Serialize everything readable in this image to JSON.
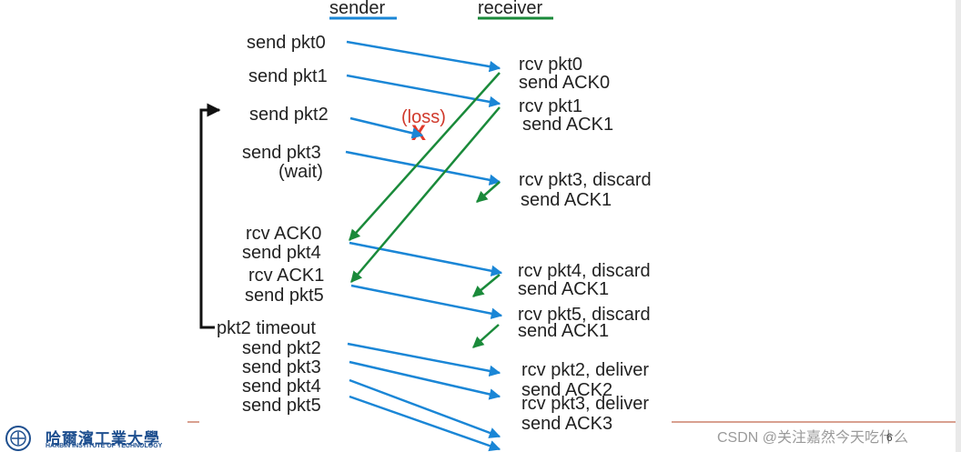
{
  "headers": {
    "sender": "sender",
    "receiver": "receiver"
  },
  "colors": {
    "sender_accent": "#1a86d6",
    "receiver_accent": "#1a8a3a",
    "packet_arrow": "#1a86d6",
    "ack_arrow": "#1a8a3a",
    "loss": "#d0392b",
    "timeout_bracket": "#111111"
  },
  "sender_events": [
    "send pkt0",
    "send pkt1",
    "send pkt2",
    "send pkt3",
    "(wait)",
    "rcv ACK0",
    "send pkt4",
    "rcv ACK1",
    "send pkt5",
    "pkt2 timeout",
    "send pkt2",
    "send pkt3",
    "send pkt4",
    "send pkt5"
  ],
  "receiver_events": [
    "rcv pkt0",
    "send ACK0",
    "rcv pkt1",
    "send ACK1",
    "rcv pkt3, discard",
    "send ACK1",
    "rcv pkt4, discard",
    "send ACK1",
    "rcv pkt5, discard",
    "send ACK1",
    "rcv pkt2, deliver",
    "send ACK2",
    "rcv pkt3, deliver",
    "send ACK3"
  ],
  "loss": {
    "label": "(loss)",
    "mark": "X"
  },
  "footer": {
    "logo_cn": "哈爾濱工業大學",
    "logo_en": "HARBIN INSTITUTE OF TECHNOLOGY",
    "watermark": "CSDN @关注嘉然今天吃什么",
    "page_number": "6"
  }
}
